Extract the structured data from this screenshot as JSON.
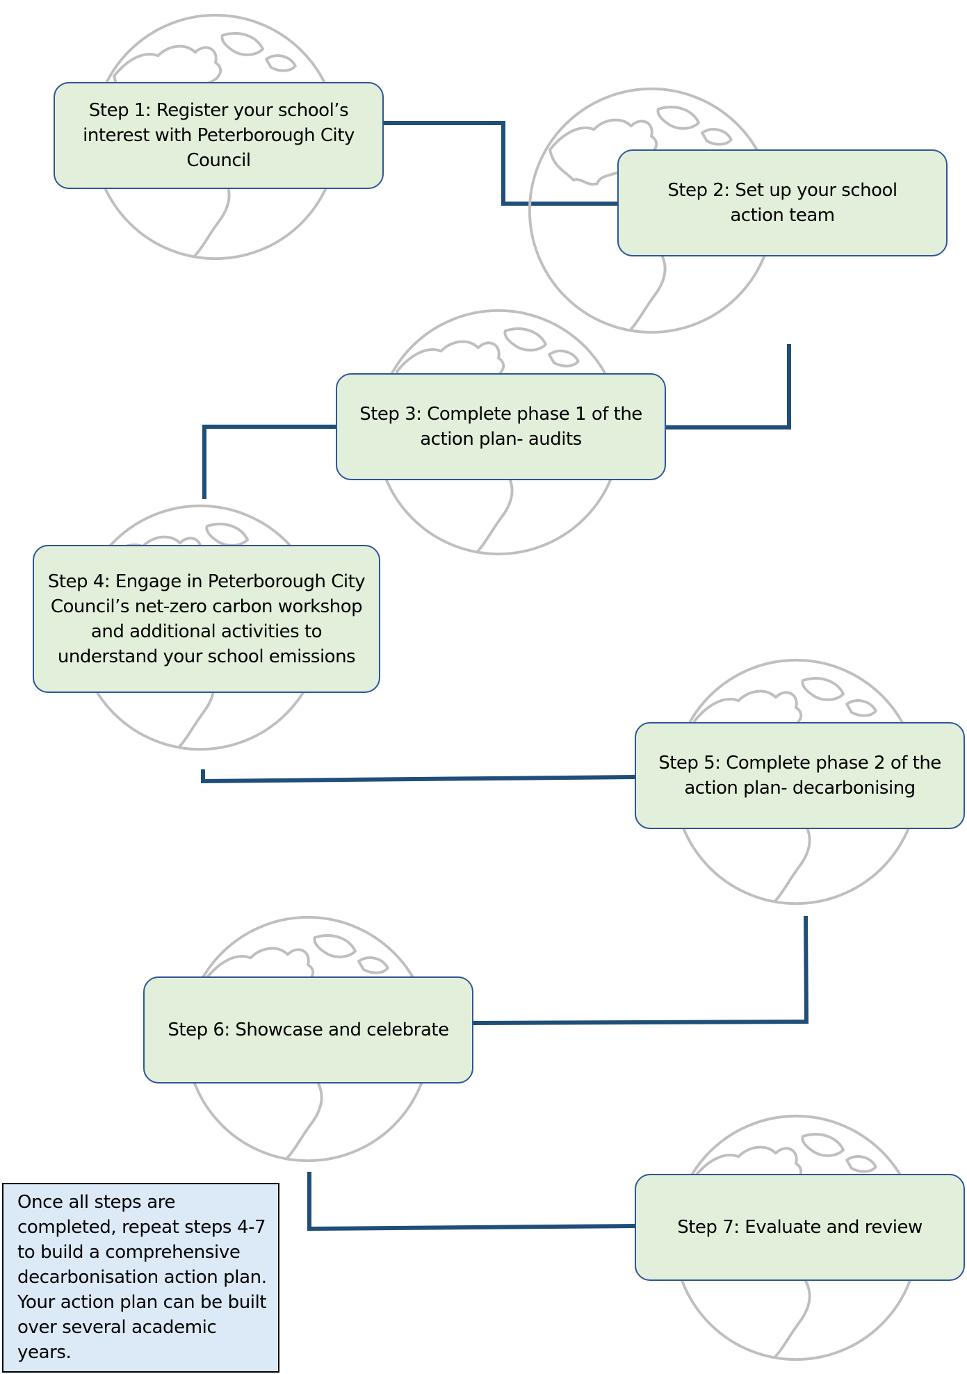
{
  "steps": [
    {
      "label": "Step 1: Register your school’s interest with Peterborough City Council"
    },
    {
      "label": "Step 2: Set up your school action team"
    },
    {
      "label": "Step 3: Complete phase 1 of the action plan- audits"
    },
    {
      "label": "Step 4: Engage in Peterborough City Council’s net-zero carbon workshop and additional activities to understand your school emissions"
    },
    {
      "label": "Step 5: Complete phase 2 of the action plan- decarbonising"
    },
    {
      "label": "Step 6: Showcase and celebrate"
    },
    {
      "label": "Step 7: Evaluate and review"
    }
  ],
  "note": {
    "text": "Once all steps are completed, repeat steps 4-7 to build a comprehensive decarbonisation action plan. Your action plan can be built over several academic years."
  },
  "globe_icon": "globe-icon",
  "colors": {
    "box_fill": "#e2efda",
    "box_border": "#2f5597",
    "connector": "#1f4e79",
    "globe_stroke": "#bfbfbf",
    "note_fill": "#dce9f6"
  }
}
